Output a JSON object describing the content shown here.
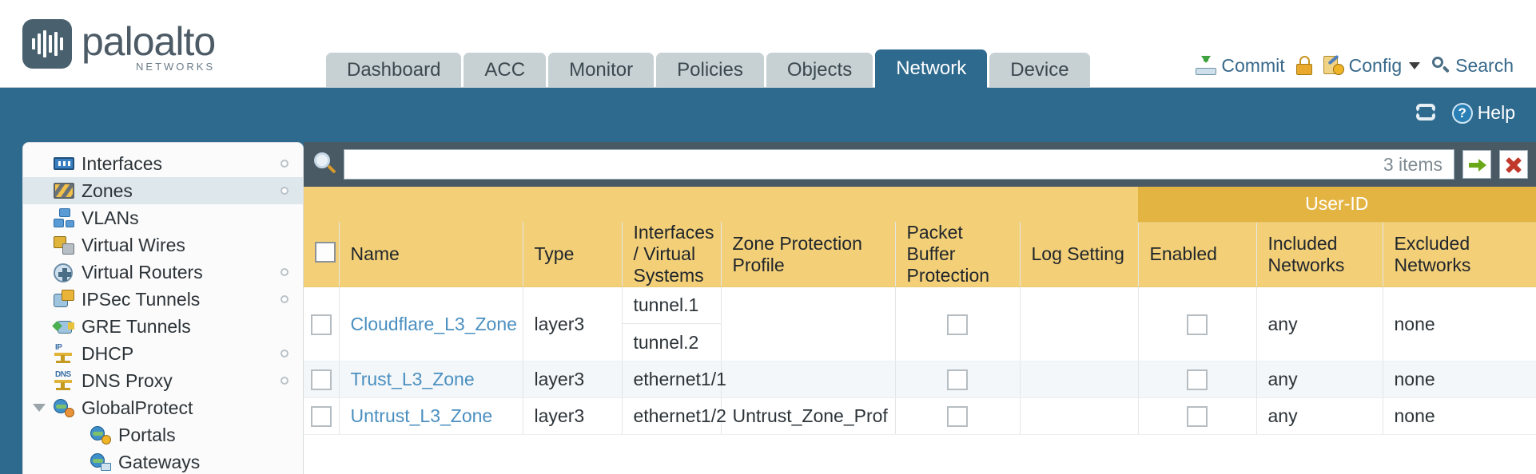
{
  "brand": {
    "name": "paloalto",
    "tagline": "NETWORKS",
    "registered": "®"
  },
  "nav": {
    "tabs": [
      {
        "label": "Dashboard",
        "active": false
      },
      {
        "label": "ACC",
        "active": false
      },
      {
        "label": "Monitor",
        "active": false
      },
      {
        "label": "Policies",
        "active": false
      },
      {
        "label": "Objects",
        "active": false
      },
      {
        "label": "Network",
        "active": true
      },
      {
        "label": "Device",
        "active": false
      }
    ]
  },
  "toolbar": {
    "commit_label": "Commit",
    "commit_icon": "commit-icon",
    "lock_icon": "lock-icon",
    "config_label": "Config",
    "config_icon": "config-icon",
    "search_label": "Search",
    "search_icon": "search-icon"
  },
  "band": {
    "refresh_icon": "refresh-icon",
    "help_label": "Help",
    "help_icon": "help-icon",
    "help_glyph": "?"
  },
  "sidebar": {
    "items": [
      {
        "label": "Interfaces",
        "icon": "interfaces-icon",
        "selected": false,
        "dot": true,
        "child": false,
        "expander": false
      },
      {
        "label": "Zones",
        "icon": "zones-icon",
        "selected": true,
        "dot": true,
        "child": false,
        "expander": false
      },
      {
        "label": "VLANs",
        "icon": "vlans-icon",
        "selected": false,
        "dot": false,
        "child": false,
        "expander": false
      },
      {
        "label": "Virtual Wires",
        "icon": "virtual-wires-icon",
        "selected": false,
        "dot": false,
        "child": false,
        "expander": false
      },
      {
        "label": "Virtual Routers",
        "icon": "virtual-routers-icon",
        "selected": false,
        "dot": true,
        "child": false,
        "expander": false
      },
      {
        "label": "IPSec Tunnels",
        "icon": "ipsec-tunnels-icon",
        "selected": false,
        "dot": true,
        "child": false,
        "expander": false
      },
      {
        "label": "GRE Tunnels",
        "icon": "gre-tunnels-icon",
        "selected": false,
        "dot": false,
        "child": false,
        "expander": false
      },
      {
        "label": "DHCP",
        "icon": "dhcp-icon",
        "selected": false,
        "dot": true,
        "child": false,
        "expander": false
      },
      {
        "label": "DNS Proxy",
        "icon": "dns-proxy-icon",
        "selected": false,
        "dot": true,
        "child": false,
        "expander": false
      },
      {
        "label": "GlobalProtect",
        "icon": "globalprotect-icon",
        "selected": false,
        "dot": false,
        "child": false,
        "expander": true
      },
      {
        "label": "Portals",
        "icon": "portals-icon",
        "selected": false,
        "dot": false,
        "child": true,
        "expander": false
      },
      {
        "label": "Gateways",
        "icon": "gateways-icon",
        "selected": false,
        "dot": false,
        "child": true,
        "expander": false
      }
    ]
  },
  "search": {
    "value": "",
    "count_label": "3 items",
    "apply_icon": "apply-arrow-icon",
    "clear_icon": "clear-x-icon",
    "magnifier_icon": "magnifier-icon"
  },
  "table": {
    "group_header": "User-ID",
    "columns": {
      "name": "Name",
      "type": "Type",
      "interfaces": "Interfaces / Virtual Systems",
      "zone_protection": "Zone Protection Profile",
      "packet_buffer": "Packet Buffer Protection",
      "log_setting": "Log Setting",
      "enabled": "Enabled",
      "included": "Included Networks",
      "excluded": "Excluded Networks"
    },
    "rows": [
      {
        "name": "Cloudflare_L3_Zone",
        "type": "layer3",
        "interfaces": [
          "tunnel.1",
          "tunnel.2"
        ],
        "zone_protection": "",
        "packet_buffer_checked": false,
        "log_setting": "",
        "enabled_checked": false,
        "included": "any",
        "excluded": "none"
      },
      {
        "name": "Trust_L3_Zone",
        "type": "layer3",
        "interfaces": [
          "ethernet1/1"
        ],
        "zone_protection": "",
        "packet_buffer_checked": false,
        "log_setting": "",
        "enabled_checked": false,
        "included": "any",
        "excluded": "none"
      },
      {
        "name": "Untrust_L3_Zone",
        "type": "layer3",
        "interfaces": [
          "ethernet1/2"
        ],
        "zone_protection": "Untrust_Zone_Prof",
        "packet_buffer_checked": false,
        "log_setting": "",
        "enabled_checked": false,
        "included": "any",
        "excluded": "none"
      }
    ]
  },
  "colors": {
    "header_blue": "#2e6a8e",
    "table_header_gold": "#f3cf78",
    "group_header_gold": "#e4b443",
    "link_blue": "#4a8fc0",
    "search_bar_dark": "#4a5a64"
  }
}
